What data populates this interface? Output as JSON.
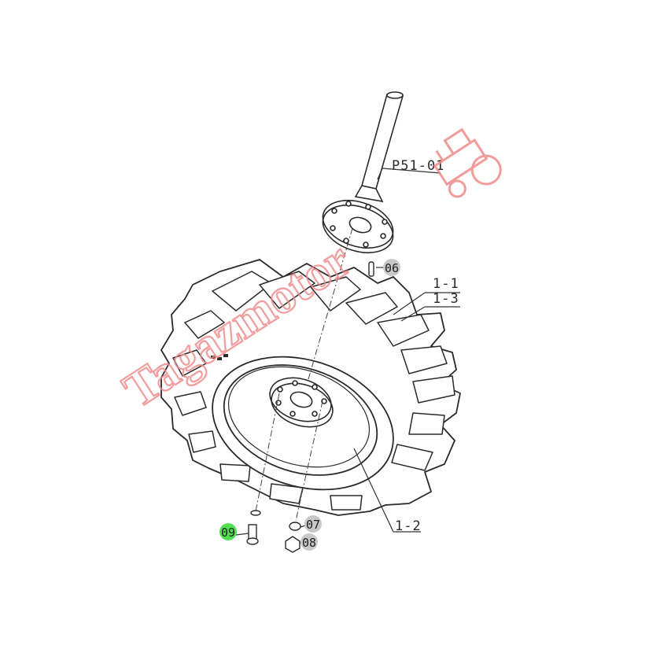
{
  "labels": {
    "shaft": "P51-01",
    "tire_1": "1-1",
    "tire_3": "1-3",
    "rim": "1-2"
  },
  "callouts": {
    "c06": "06",
    "c07": "07",
    "c08": "08",
    "c09": "09"
  },
  "callout_colors": {
    "default": "#c8c8c8",
    "highlight": "#52e052"
  },
  "watermark": {
    "text": "Tagazmotor",
    "color": "#ef8a8a"
  }
}
